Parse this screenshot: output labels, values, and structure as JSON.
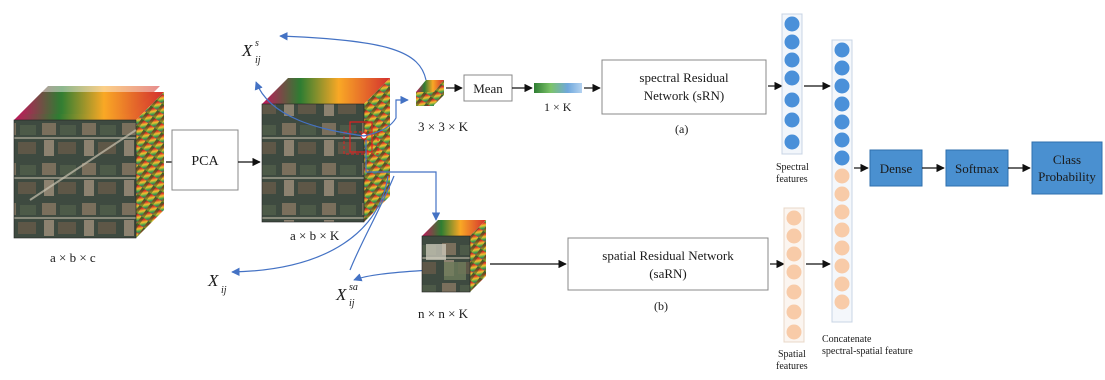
{
  "labels": {
    "cube_input": "a × b × c",
    "pca": "PCA",
    "cube_reduced": "a × b × K",
    "patch_small": "3 × 3 × K",
    "mean": "Mean",
    "vector_1k": "1 × K",
    "srn_line1": "spectral Residual",
    "srn_line2": "Network (sRN)",
    "caption_a": "(a)",
    "sarn_line1": "spatial Residual Network",
    "sarn_line2": "(saRN)",
    "caption_b": "(b)",
    "patch_large": "n × n × K",
    "x_base": "X",
    "x_sub": "ij",
    "x_sup_s": "s",
    "x_sup_sa": "sa",
    "spectral_feat_1": "Spectral",
    "spectral_feat_2": "features",
    "spatial_feat_1": "Spatial",
    "spatial_feat_2": "features",
    "concat_1": "Concatenate",
    "concat_2": "spectral-spatial feature",
    "dense": "Dense",
    "softmax": "Softmax",
    "class_1": "Class",
    "class_2": "Probability"
  },
  "colors": {
    "arrow_black": "#111111",
    "curve_blue": "#4472c4",
    "box_fill": "#4a90d0",
    "box_text": "#0a1b3a",
    "spectral_circle": "#4a90d9",
    "spatial_circle": "#f8cba8",
    "patch_red": "#e02020"
  },
  "icons": [
    "hyperspectral-cube-icon",
    "reduced-cube-icon",
    "small-patch-icon",
    "large-patch-icon"
  ]
}
